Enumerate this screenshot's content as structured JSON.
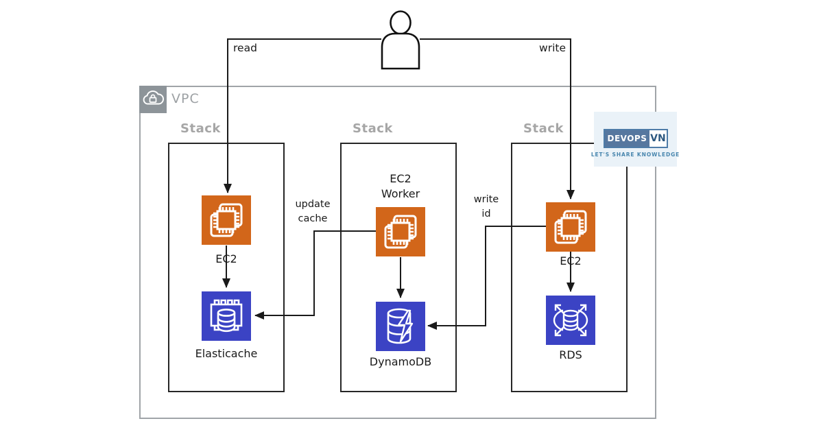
{
  "actor": {
    "read_label": "read",
    "write_label": "write"
  },
  "vpc": {
    "label": "VPC"
  },
  "stacks": [
    {
      "label": "Stack"
    },
    {
      "label": "Stack"
    },
    {
      "label": "Stack"
    }
  ],
  "nodes": {
    "ec2_read": {
      "label": "EC2"
    },
    "elasticache": {
      "label": "Elasticache"
    },
    "ec2_worker": {
      "lines": [
        "EC2",
        "Worker"
      ]
    },
    "dynamodb": {
      "label": "DynamoDB"
    },
    "ec2_write": {
      "label": "EC2"
    },
    "rds": {
      "label": "RDS"
    }
  },
  "edges": {
    "update_cache": {
      "lines": [
        "update",
        "cache"
      ]
    },
    "write_id": {
      "lines": [
        "write",
        "id"
      ]
    }
  },
  "logo": {
    "brand": "DEVOPS",
    "brand_suffix": "VN",
    "tagline": "LET'S SHARE KNOWLEDGE"
  },
  "colors": {
    "compute_orange": "#D2661A",
    "database_blue": "#3B43C4",
    "vpc_border_gray": "#A0A4A8",
    "vpc_icon_gray": "#8D9499",
    "stack_border": "#262626",
    "line_black": "#1A1A1A",
    "label_gray": "#A6A6A6",
    "logo_accent_blue": "#4E7CA8",
    "logo_fill_blue": "#56779F",
    "logo_bg": "#EAF2F8"
  }
}
